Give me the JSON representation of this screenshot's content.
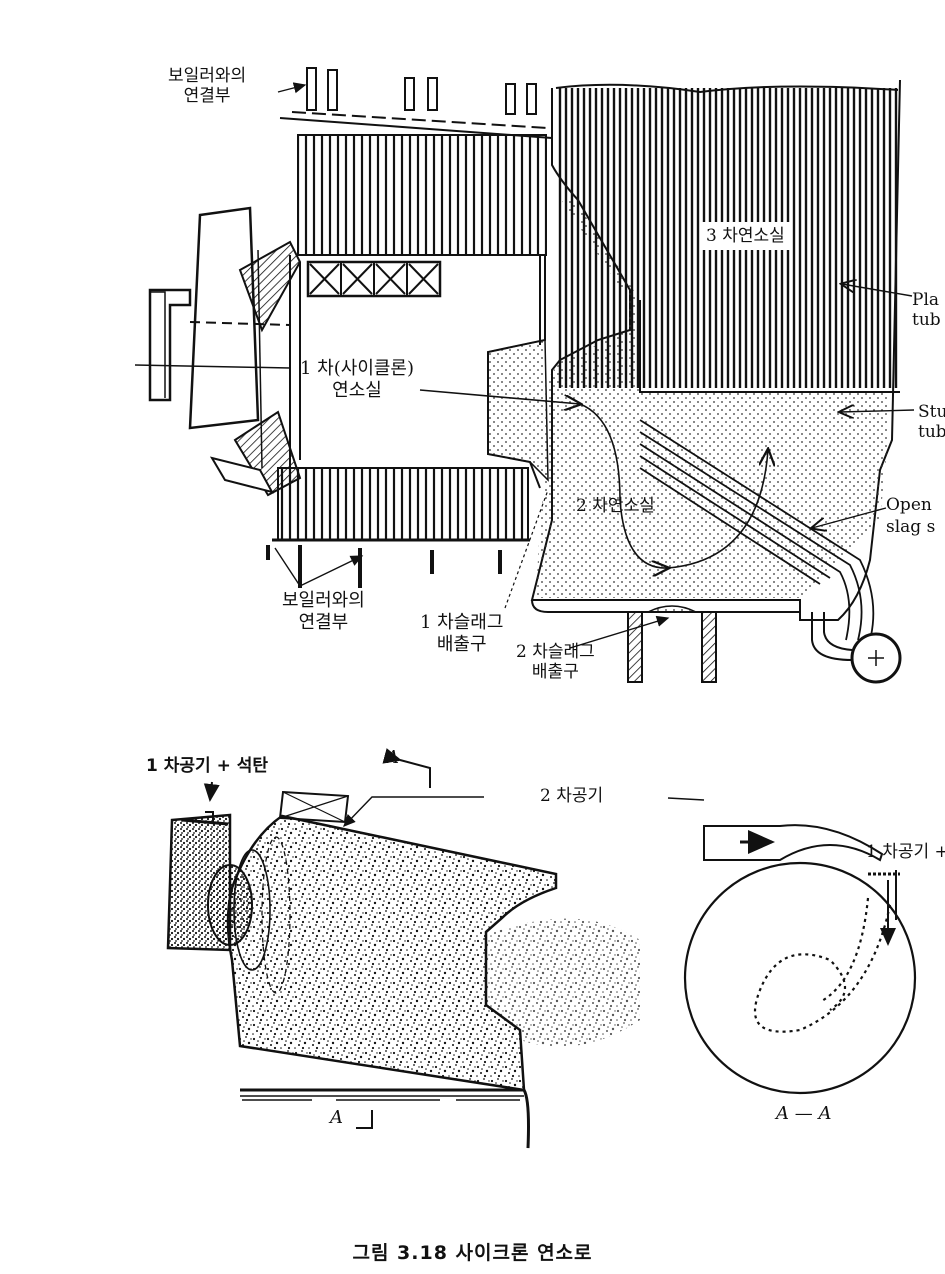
{
  "top_diagram": {
    "boiler_connection_top": "보일러와의\n연결부",
    "tertiary_furnace": "3 차연소실",
    "primary_cyclone_furnace": "1 차(사이클론)\n연소실",
    "secondary_furnace": "2 차연소실",
    "boiler_connection_bottom": "보일러와의\n연결부",
    "primary_slag_outlet": "1 차슬래그\n배출구",
    "secondary_slag_outlet": "2 차슬래그\n배출구",
    "platen_tube": "Pla\ntub",
    "stud_tube": "Stu\ntub",
    "open_slag": "Open\nslag s"
  },
  "bottom_diagram": {
    "primary_air_coal": "1 차공기 + 석탄",
    "section_a_top": "A",
    "section_a_bottom": "A",
    "secondary_air": "2 차공기",
    "primary_air_right": "1 차공기 +",
    "section_label": "A — A"
  },
  "caption": "그림 3.18  사이크론 연소로",
  "colors": {
    "ink": "#111111",
    "paper": "#ffffff"
  }
}
